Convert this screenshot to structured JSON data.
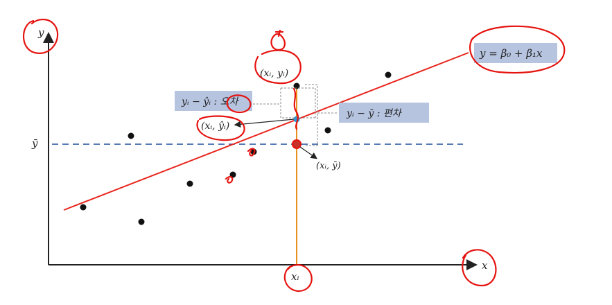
{
  "axes": {
    "y_label": "y",
    "x_label": "x",
    "ybar_label": "ȳ",
    "xi_label": "xᵢ"
  },
  "regression_line": {
    "label": "y = β₀ + β₁x"
  },
  "labels": {
    "observed_point": "(xᵢ, yᵢ)",
    "predicted_point": "(xᵢ, ŷᵢ)",
    "mean_point": "(xᵢ, ȳ)",
    "error_box": "yᵢ − ŷᵢ : 오차",
    "deviation_box": "yᵢ − ȳ : 편차"
  },
  "colors": {
    "axis": "#222222",
    "regression_line": "#e8251c",
    "mean_line": "#1f4e9a",
    "vertical_line": "#e8901f",
    "label_box": "#b6c4e0",
    "annotation_ink": "#e5130f",
    "predicted_marker": "#2a9ad8"
  }
}
